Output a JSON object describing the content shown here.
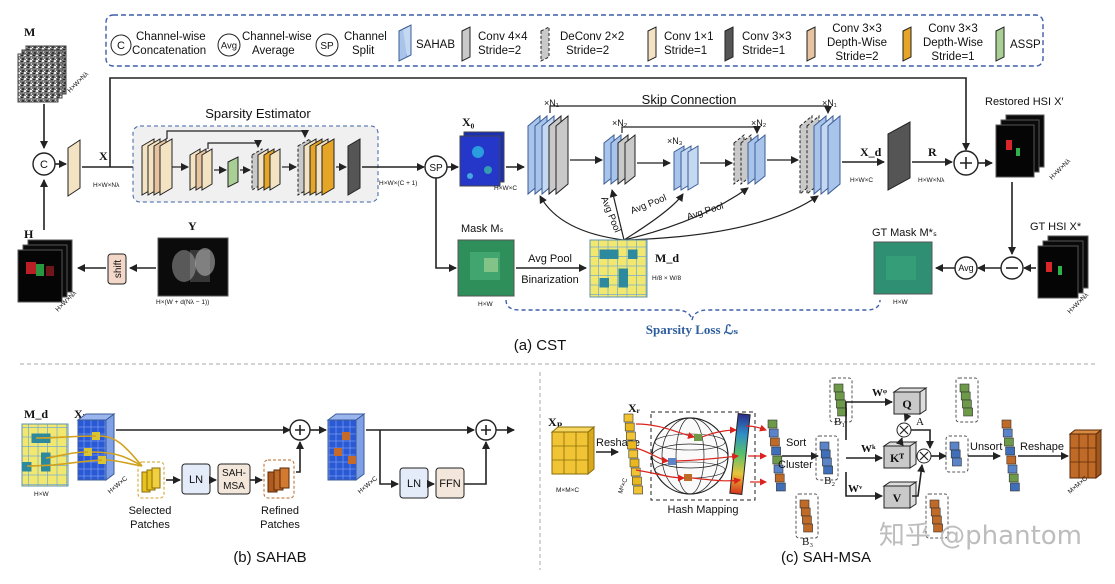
{
  "legend": {
    "concat_sym": "C",
    "concat": [
      "Channel-wise",
      "Concatenation"
    ],
    "avg_sym": "Avg",
    "avg": [
      "Channel-wise",
      "Average"
    ],
    "split_sym": "SP",
    "split": [
      "Channel",
      "Split"
    ],
    "sahab": "SAHAB",
    "conv44": [
      "Conv 4×4",
      "Stride=2"
    ],
    "deconv": [
      "DeConv 2×2",
      "Stride=2"
    ],
    "conv11": [
      "Conv 1×1",
      "Stride=1"
    ],
    "conv33": [
      "Conv 3×3",
      "Stride=1"
    ],
    "dw2": [
      "Conv 3×3",
      "Depth-Wise",
      "Stride=2"
    ],
    "dw1": [
      "Conv 3×3",
      "Depth-Wise",
      "Stride=1"
    ],
    "assp": "ASSP"
  },
  "cst": {
    "M": "M",
    "M_dim": "H×W×Nλ",
    "X": "X",
    "X_dim": "H×W×Nλ",
    "H": "H",
    "H_dim": "H×W×Nλ",
    "Y": "Y",
    "Y_dim": "H×(W + d(Nλ − 1))",
    "shift": "shift",
    "sparsity_estimator": "Sparsity Estimator",
    "se_dim": "H×W×(C + 1)",
    "sp": "SP",
    "X0": "X₀",
    "X0_dim": "H×W×C",
    "skip": "Skip Connection",
    "n1a": "×N₁",
    "n2a": "×N₂",
    "n3": "×N₃",
    "n2b": "×N₂",
    "n1b": "×N₁",
    "avgpool_v": "Avg Pool",
    "avgpool1": "Avg Pool",
    "avgpool2": "Avg Pool",
    "mask_ms": "Mask Mₛ",
    "ms_dim": "H×W",
    "avgpool_bin": "Avg Pool",
    "binarization": "Binarization",
    "Md": "M_d",
    "md_dim": "H/8 × W/8",
    "sparsity_loss": "Sparsity Loss ℒₛ",
    "Xd": "X_d",
    "xd_dim": "H×W×C",
    "R": "R",
    "r_dim": "H×W×Nλ",
    "restored": "Restored HSI X′",
    "restored_dim": "H×W×Nλ",
    "gt_hsi": "GT HSI X*",
    "gt_dim": "H×W×Nλ",
    "gt_mask": "GT Mask M*ₛ",
    "gtm_dim": "H×W",
    "avg": "Avg",
    "caption": "(a) CST"
  },
  "sahab": {
    "Md": "M_d",
    "md_dim": "H×W",
    "Xi": "Xᵢ",
    "xi_dim": "H×W×C",
    "selected": [
      "Selected",
      "Patches"
    ],
    "ln1": "LN",
    "msa": [
      "SAH-",
      "MSA"
    ],
    "refined": [
      "Refined",
      "Patches"
    ],
    "ln2": "LN",
    "ffn": "FFN",
    "caption": "(b) SAHAB"
  },
  "sahmsa": {
    "Xp": "Xₚ",
    "xp_dim": "M×M×C",
    "Xr": "Xᵣ",
    "xr_dim": "M²×C",
    "reshape1": "Reshape",
    "hash": "Hash Mapping",
    "sort": "Sort",
    "cluster": "Cluster",
    "B1": "B₁",
    "B2": "B₂",
    "B3": "B₃",
    "Wq": "Wᵠ",
    "Wk": "Wᵏ",
    "Wv": "Wᵛ",
    "Q": "Q",
    "KT": "Kᵀ",
    "V": "V",
    "A": "A",
    "unsort": "Unsort",
    "reshape2": "Reshape",
    "out_dim": "M×M×C",
    "caption": "(c) SAH-MSA"
  },
  "watermark": "知乎 @phantom",
  "colors": {
    "sahab_blue": "#a9c4ea",
    "conv44_gray": "#c9c9c9",
    "conv11_beige": "#f3e3c2",
    "conv33_dark": "#555555",
    "dw2_tan": "#e7c39f",
    "dw1_orange": "#e6a526",
    "assp_green": "#a9cf95",
    "loss_blue": "#2e5e9e",
    "legend_border": "#3d5fa8"
  }
}
